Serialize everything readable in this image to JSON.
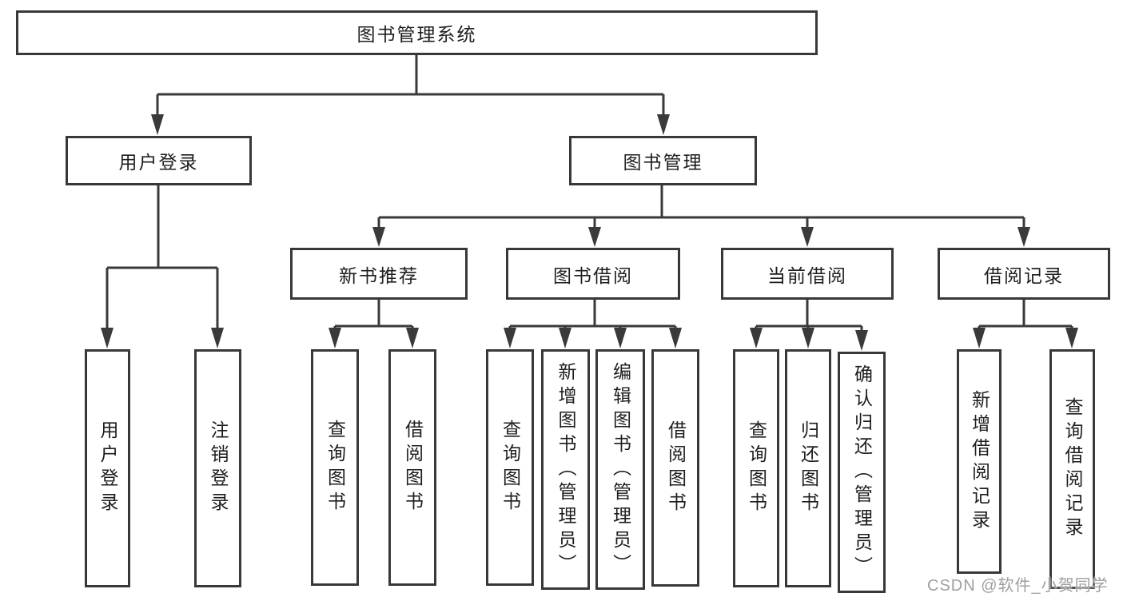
{
  "diagram": {
    "root": {
      "label": "图书管理系统"
    },
    "branches": [
      {
        "label": "用户登录",
        "children": [
          {
            "label": "用户登录"
          },
          {
            "label": "注销登录"
          }
        ]
      },
      {
        "label": "图书管理",
        "children": [
          {
            "label": "新书推荐",
            "children": [
              {
                "label": "查询图书"
              },
              {
                "label": "借阅图书"
              }
            ]
          },
          {
            "label": "图书借阅",
            "children": [
              {
                "label": "查询图书"
              },
              {
                "label": "新增图书（管理员）"
              },
              {
                "label": "编辑图书（管理员）"
              },
              {
                "label": "借阅图书"
              }
            ]
          },
          {
            "label": "当前借阅",
            "children": [
              {
                "label": "查询图书"
              },
              {
                "label": "归还图书"
              },
              {
                "label": "确认归还（管理员）"
              }
            ]
          },
          {
            "label": "借阅记录",
            "children": [
              {
                "label": "新增借阅记录"
              },
              {
                "label": "查询借阅记录"
              }
            ]
          }
        ]
      }
    ]
  },
  "watermark": "CSDN @软件_小贺同学",
  "colors": {
    "line": "#3a3a3a",
    "border": "#383838",
    "text": "#1e1e1e",
    "watermark": "#9f9f9f",
    "background": "#ffffff"
  }
}
